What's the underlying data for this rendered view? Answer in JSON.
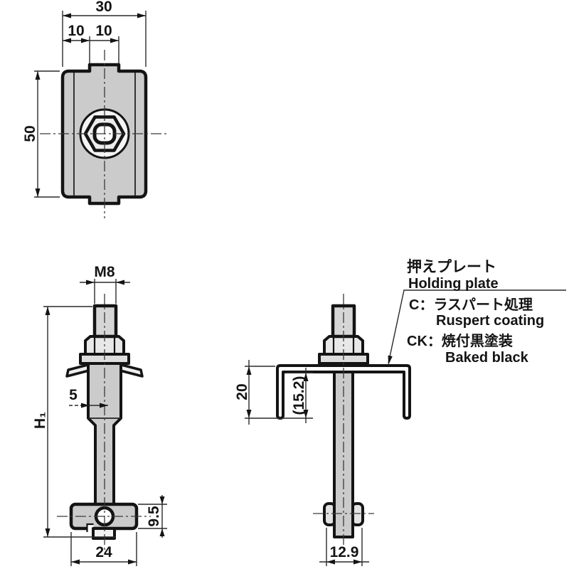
{
  "drawing": {
    "background": "#ffffff",
    "line_color": "#141414",
    "metal_fill": "#cbcbcb",
    "views": {
      "top": {
        "dim_overall_width": "30",
        "dim_offset_left": "10",
        "dim_tab_width": "10",
        "dim_overall_height": "50"
      },
      "front": {
        "dim_thread": "M8",
        "dim_edge_to_center": "5",
        "dim_length": "H₁",
        "dim_foot_height": "9.5",
        "dim_foot_width": "24"
      },
      "side": {
        "dim_plate_leg_height": "20",
        "dim_plate_inner_height": "(15.2)",
        "dim_foot_depth": "12.9"
      }
    },
    "callout": {
      "name_jp": "押えプレート",
      "name_en": "Holding plate",
      "finish_c_jp": "C：ラスパート処理",
      "finish_c_en": "Ruspert coating",
      "finish_ck_jp": "CK：焼付黒塗装",
      "finish_ck_en": "Baked black"
    }
  }
}
